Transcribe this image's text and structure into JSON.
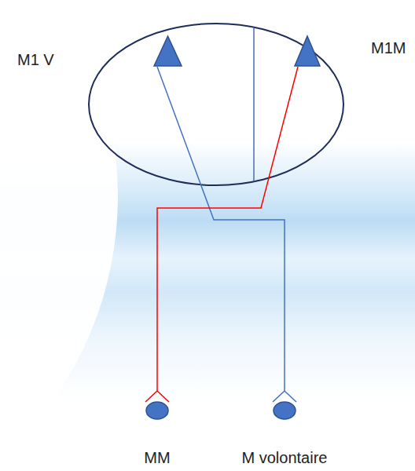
{
  "diagram": {
    "nodes": [
      {
        "text": [
          "M1 V"
        ]
      },
      {
        "text": [
          "M1M"
        ]
      },
      {
        "text": [
          "MM"
        ]
      },
      {
        "text": [
          "M volontaire"
        ]
      }
    ],
    "edges": [
      {
        "from": 0,
        "to": 3,
        "arrow": "none"
      },
      {
        "from": 1,
        "to": 2,
        "arrow": "none"
      }
    ]
  }
}
